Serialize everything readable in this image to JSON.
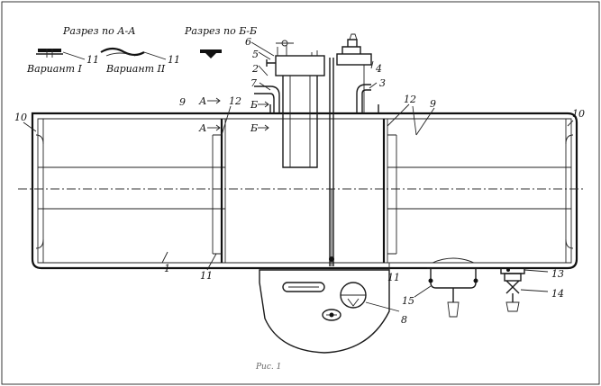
{
  "sections": {
    "aa_title": "Разрез по А-А",
    "bb_title": "Разрез по Б-Б",
    "variant1": "Вариант I",
    "variant2": "Вариант II"
  },
  "markers": {
    "a": "А",
    "b": "Б"
  },
  "callouts": [
    "1",
    "2",
    "3",
    "4",
    "5",
    "6",
    "7",
    "8",
    "9",
    "10",
    "11",
    "12",
    "13",
    "14",
    "15"
  ],
  "caption": "Рис. 1"
}
